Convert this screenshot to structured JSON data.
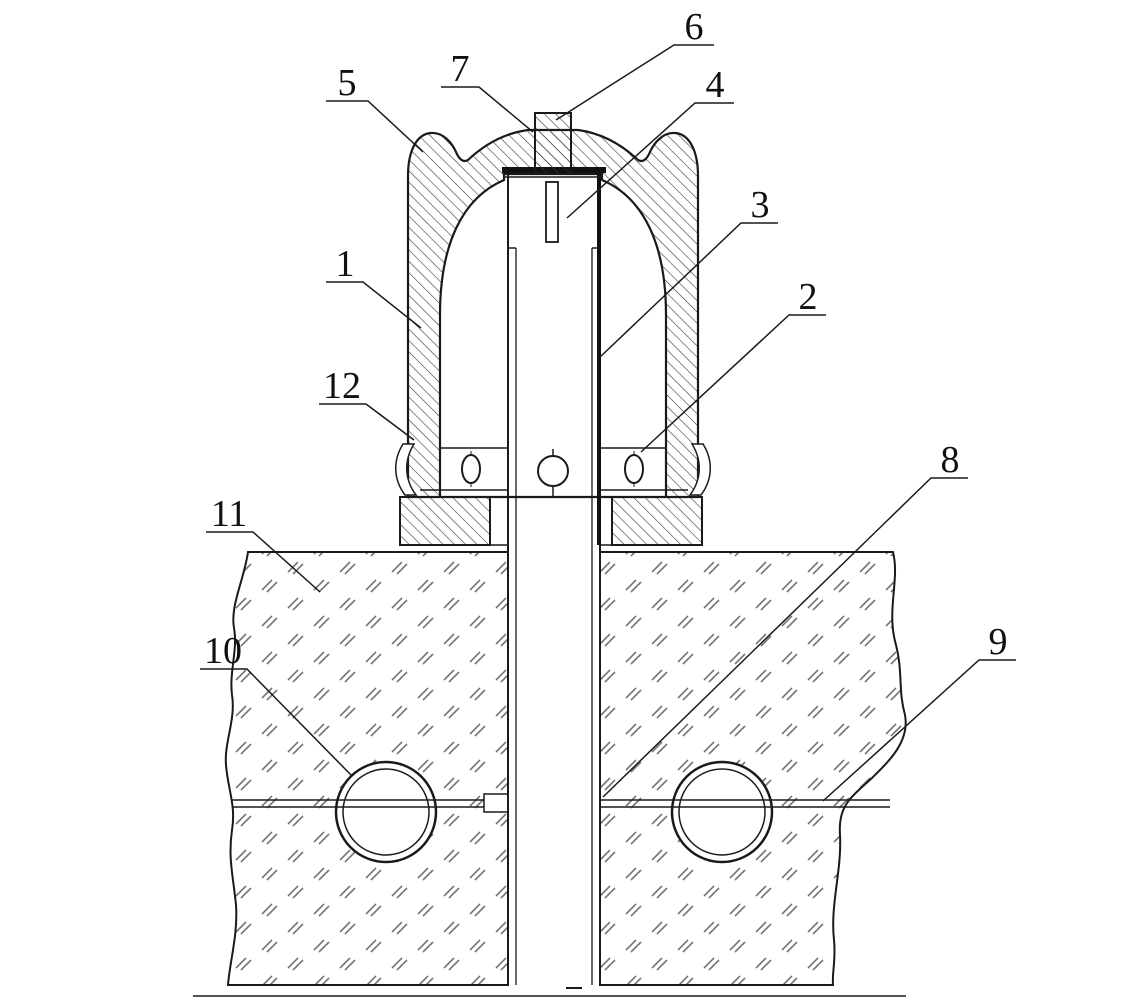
{
  "figure": {
    "background": "#ffffff",
    "line_color": "#1a1a1a",
    "metal_hatch_color": "#3a3a3a",
    "ground_hatch_color": "#777777",
    "callouts": [
      {
        "ref": "1"
      },
      {
        "ref": "2"
      },
      {
        "ref": "3"
      },
      {
        "ref": "4"
      },
      {
        "ref": "5"
      },
      {
        "ref": "6"
      },
      {
        "ref": "7"
      },
      {
        "ref": "8"
      },
      {
        "ref": "9"
      },
      {
        "ref": "10"
      },
      {
        "ref": "11"
      },
      {
        "ref": "12"
      }
    ]
  }
}
